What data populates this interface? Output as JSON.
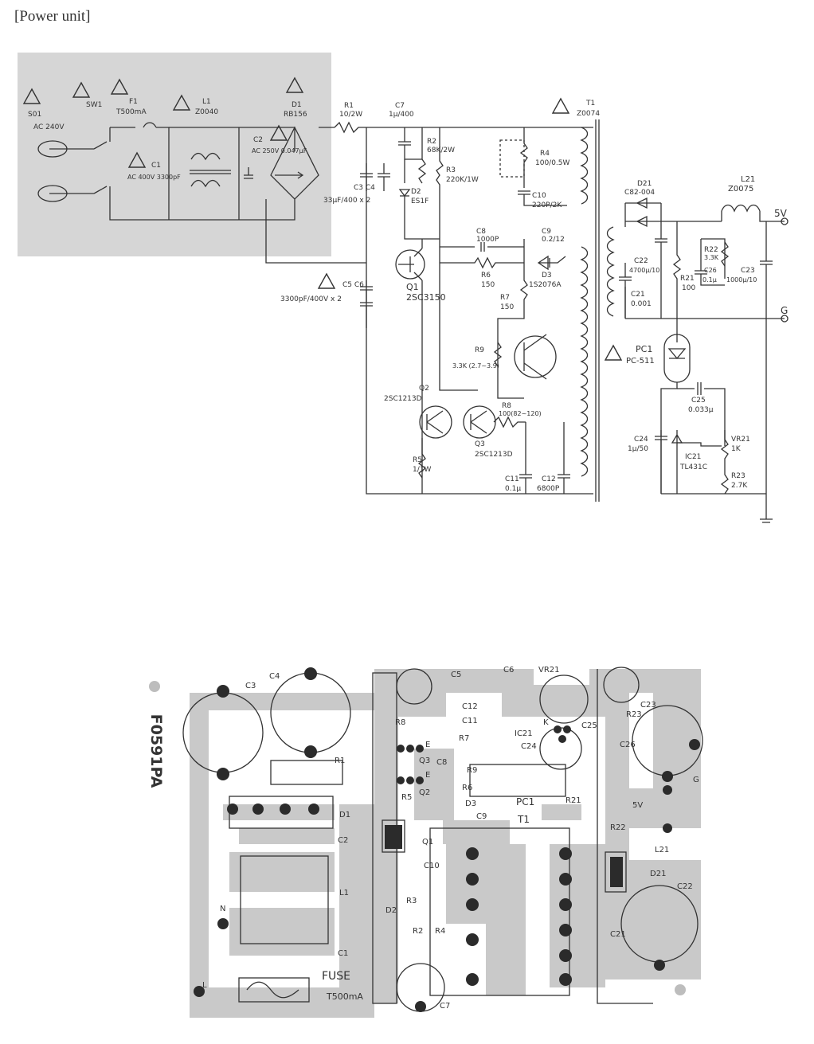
{
  "title": "[Power unit]",
  "schematic": {
    "input": [
      {
        "ref": "S01",
        "value": "AC 240V"
      },
      {
        "ref": "SW1",
        "value": ""
      },
      {
        "ref": "F1",
        "value": "T500mA"
      },
      {
        "ref": "L1",
        "value": "Z0040"
      },
      {
        "ref": "C1",
        "value": "AC 400V 3300pF"
      },
      {
        "ref": "C2",
        "value": "AC 250V 0.047µF"
      },
      {
        "ref": "D1",
        "value": "RB156"
      }
    ],
    "primary": [
      {
        "ref": "R1",
        "value": "10/2W"
      },
      {
        "ref": "C7",
        "value": "1µ/400"
      },
      {
        "ref": "R2",
        "value": "68K/2W"
      },
      {
        "ref": "R3",
        "value": "220K/1W"
      },
      {
        "ref": "R4",
        "value": "100/0.5W"
      },
      {
        "ref": "C10",
        "value": "220P/2K"
      },
      {
        "ref": "D2",
        "value": "ES1F"
      },
      {
        "ref": "C3 C4",
        "value": "33µF/400 x 2"
      },
      {
        "ref": "C5 C6",
        "value": "3300pF/400V x 2"
      },
      {
        "ref": "C8",
        "value": "1000P"
      },
      {
        "ref": "C9",
        "value": "0.2/12"
      },
      {
        "ref": "R6",
        "value": "150"
      },
      {
        "ref": "D3",
        "value": "1S2076A"
      },
      {
        "ref": "R7",
        "value": "150"
      },
      {
        "ref": "Q1",
        "value": "2SC3150"
      },
      {
        "ref": "R9",
        "value": "3.3K (2.7~3.9)"
      },
      {
        "ref": "Q2",
        "value": "2SC1213D"
      },
      {
        "ref": "R8",
        "value": "100(82~120)"
      },
      {
        "ref": "Q3",
        "value": "2SC1213D"
      },
      {
        "ref": "R5",
        "value": "1/1W"
      },
      {
        "ref": "C11",
        "value": "0.1µ"
      },
      {
        "ref": "C12",
        "value": "6800P"
      },
      {
        "ref": "T1",
        "value": "Z0074"
      }
    ],
    "secondary": [
      {
        "ref": "D21",
        "value": "C82-004"
      },
      {
        "ref": "L21",
        "value": "Z0075"
      },
      {
        "ref": "C22",
        "value": "4700µ/10"
      },
      {
        "ref": "C21",
        "value": "0.001"
      },
      {
        "ref": "R21",
        "value": "100"
      },
      {
        "ref": "R22",
        "value": "3.3K"
      },
      {
        "ref": "C26",
        "value": "0.1µ"
      },
      {
        "ref": "C23",
        "value": "1000µ/10"
      },
      {
        "ref": "PC1",
        "value": "PC-511"
      },
      {
        "ref": "C25",
        "value": "0.033µ"
      },
      {
        "ref": "C24",
        "value": "1µ/50"
      },
      {
        "ref": "IC21",
        "value": "TL431C"
      },
      {
        "ref": "VR21",
        "value": "1K"
      },
      {
        "ref": "R23",
        "value": "2.7K"
      }
    ],
    "outputs": [
      "5V",
      "G"
    ]
  },
  "board": {
    "part_number": "F0591PA",
    "fuse_label": "FUSE",
    "fuse_value": "T500mA",
    "labels": [
      "C3",
      "C4",
      "R1",
      "D1",
      "C2",
      "L1",
      "C1",
      "N",
      "L",
      "R8",
      "Q3",
      "Q2",
      "R5",
      "Q1",
      "C10",
      "D2",
      "R3",
      "R2",
      "R4",
      "C7",
      "C5",
      "C6",
      "C12",
      "C11",
      "C8",
      "R7",
      "R9",
      "R6",
      "D3",
      "C9",
      "IC21",
      "C24",
      "VR21",
      "C25",
      "PC1",
      "T1",
      "R21",
      "R23",
      "C26",
      "C23",
      "G",
      "5V",
      "R22",
      "L21",
      "D21",
      "C22",
      "C21",
      "E",
      "E",
      "K"
    ]
  }
}
